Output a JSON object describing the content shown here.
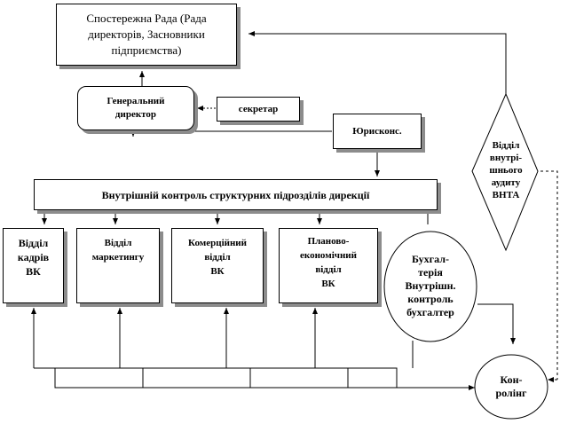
{
  "nodes": {
    "board": "Спостережна Рада (Рада\nдиректорів, Засновники\nпідприємства)",
    "general_director": "Генеральний\nдиректор",
    "secretary": "секретар",
    "legal": "Юрисконс.",
    "internal_control": "Внутрішній  контроль структурних  підрозділів  дирекції",
    "hr": "Відділ\nкадрів\nВК",
    "marketing": "Відділ\nмаркетингу",
    "commercial": "Комерційний\nвідділ\nВК",
    "planning": "Планово-\nекономічний\nвідділ\nВК",
    "accounting": "Бухгал-\nтерія\nВнутрішн.\nконтроль\nбухгалтер",
    "audit": "Відділ\nвнутрі-\nшнього\nаудиту\nВНТА",
    "controller": "Кон-\nролінг"
  },
  "colors": {
    "line": "#000000",
    "shadow": "#8c8c8c",
    "background": "#ffffff"
  }
}
